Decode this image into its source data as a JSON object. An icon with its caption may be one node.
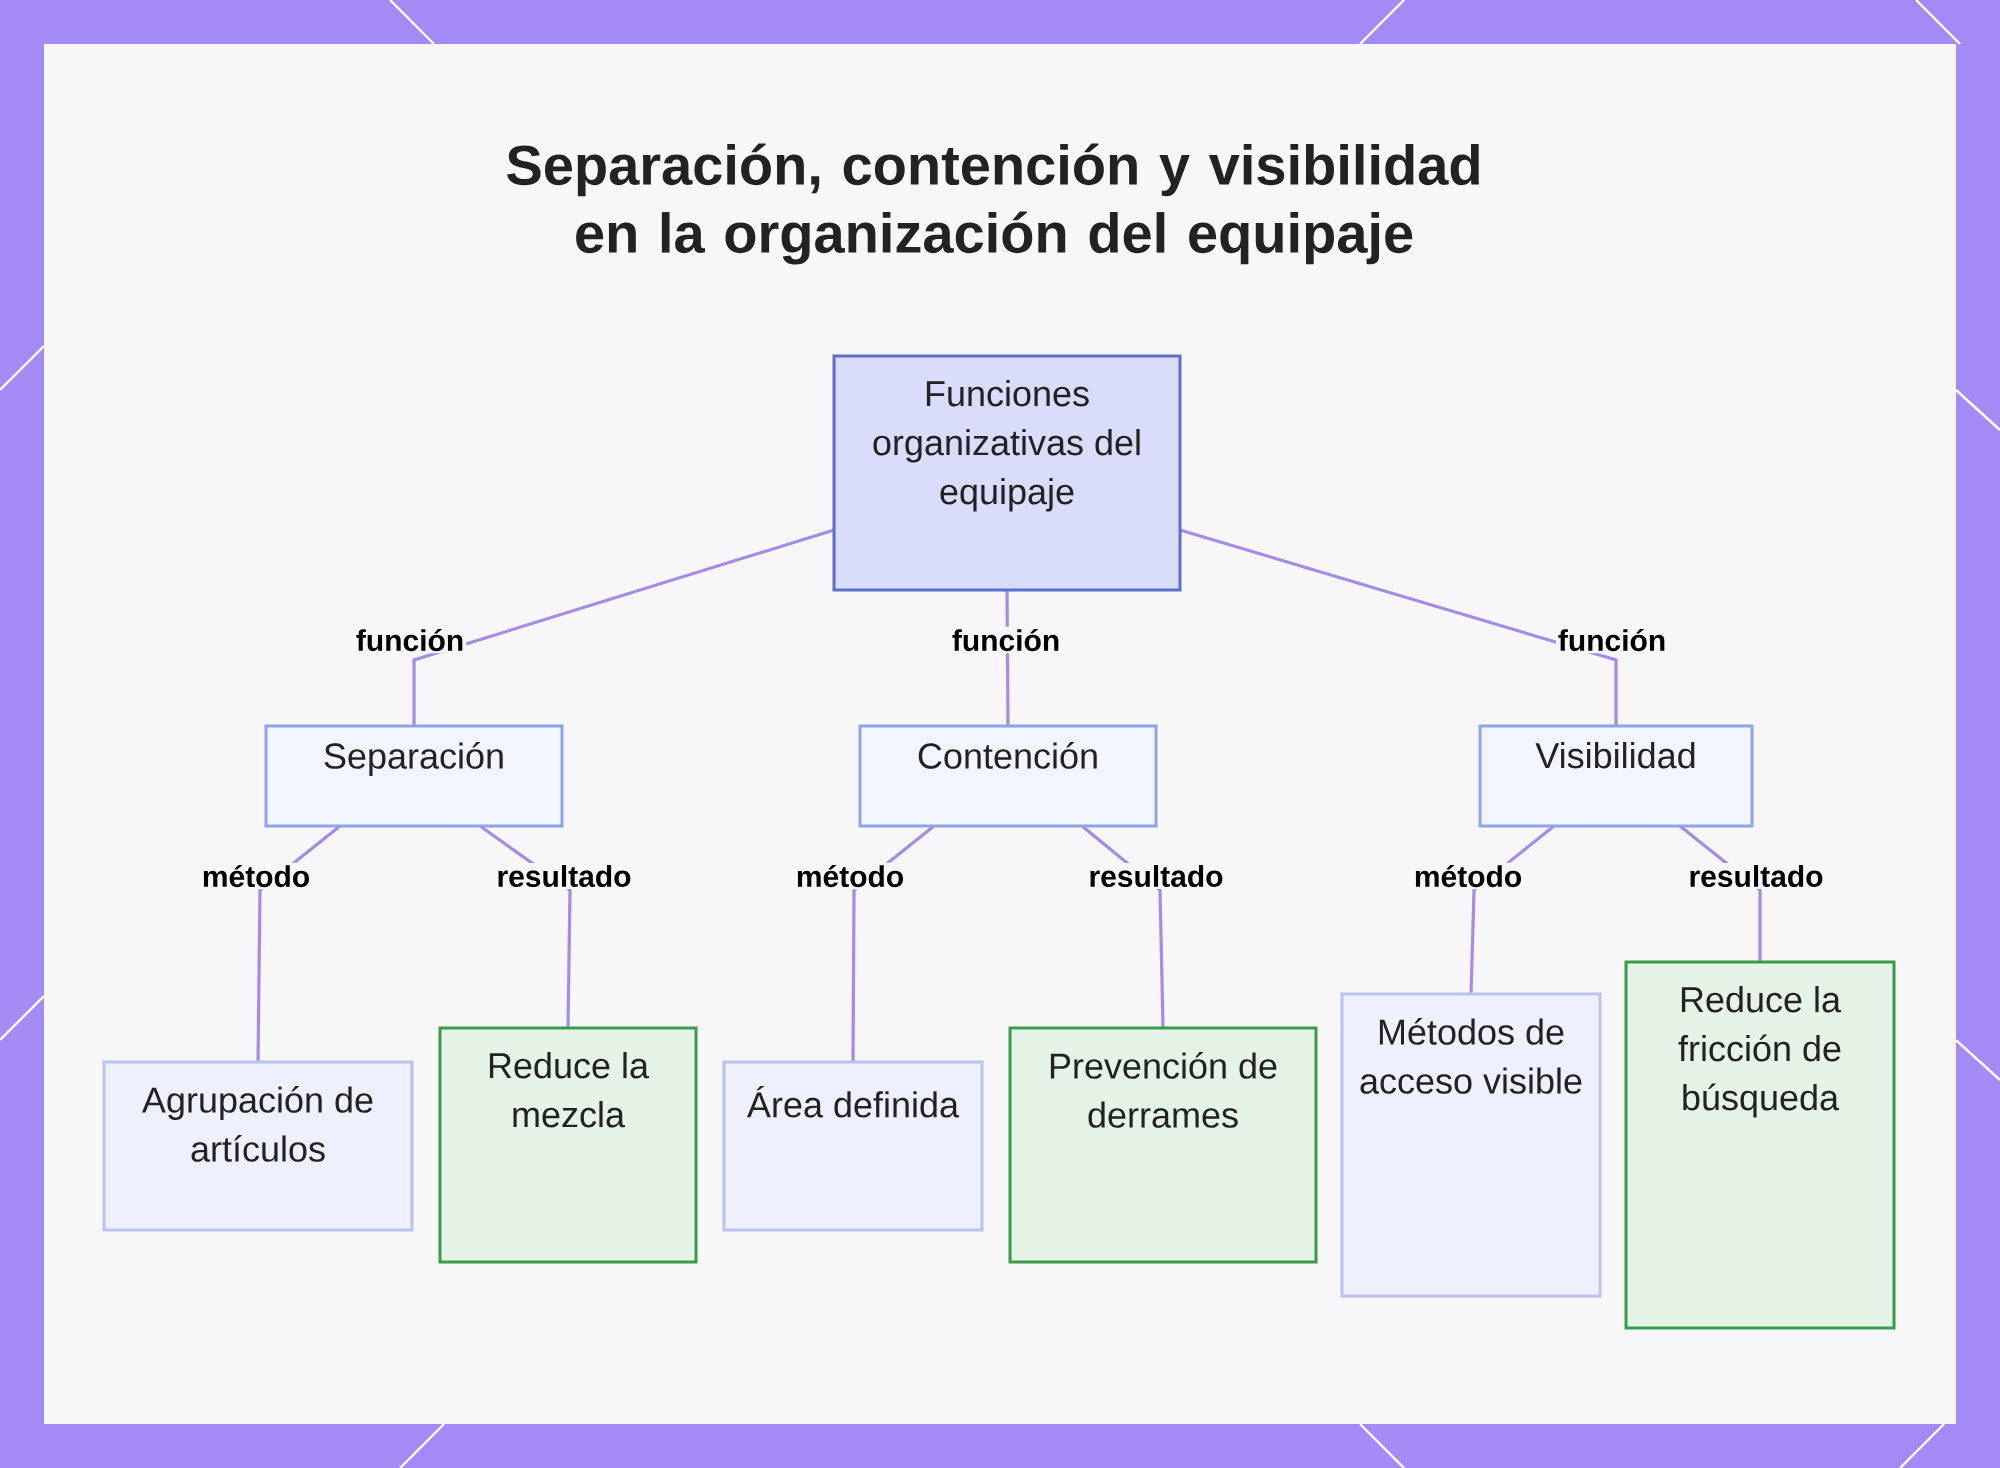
{
  "diagram": {
    "title": "Separación, contención y visibilidad en la organización del equipaje",
    "nodes": [
      {
        "text": [
          "Funciones organizativas del equipaje"
        ]
      },
      {
        "text": [
          "Separación"
        ]
      },
      {
        "text": [
          "Contención"
        ]
      },
      {
        "text": [
          "Visibilidad"
        ]
      },
      {
        "text": [
          "Agrupación de artículos"
        ]
      },
      {
        "text": [
          "Reduce la mezcla"
        ]
      },
      {
        "text": [
          "Área definida"
        ]
      },
      {
        "text": [
          "Prevención de derrames"
        ]
      },
      {
        "text": [
          "Métodos de acceso visible"
        ]
      },
      {
        "text": [
          "Reduce la fricción de búsqueda"
        ]
      }
    ],
    "edges": [
      {
        "from": 0,
        "to": 1,
        "arrow": "none",
        "label": "función"
      },
      {
        "from": 0,
        "to": 2,
        "arrow": "none",
        "label": "función"
      },
      {
        "from": 0,
        "to": 3,
        "arrow": "none",
        "label": "función"
      },
      {
        "from": 1,
        "to": 4,
        "arrow": "none",
        "label": "método"
      },
      {
        "from": 1,
        "to": 5,
        "arrow": "none",
        "label": "resultado"
      },
      {
        "from": 2,
        "to": 6,
        "arrow": "none",
        "label": "método"
      },
      {
        "from": 2,
        "to": 7,
        "arrow": "none",
        "label": "resultado"
      },
      {
        "from": 3,
        "to": 8,
        "arrow": "none",
        "label": "método"
      },
      {
        "from": 3,
        "to": 9,
        "arrow": "none",
        "label": "resultado"
      }
    ]
  }
}
